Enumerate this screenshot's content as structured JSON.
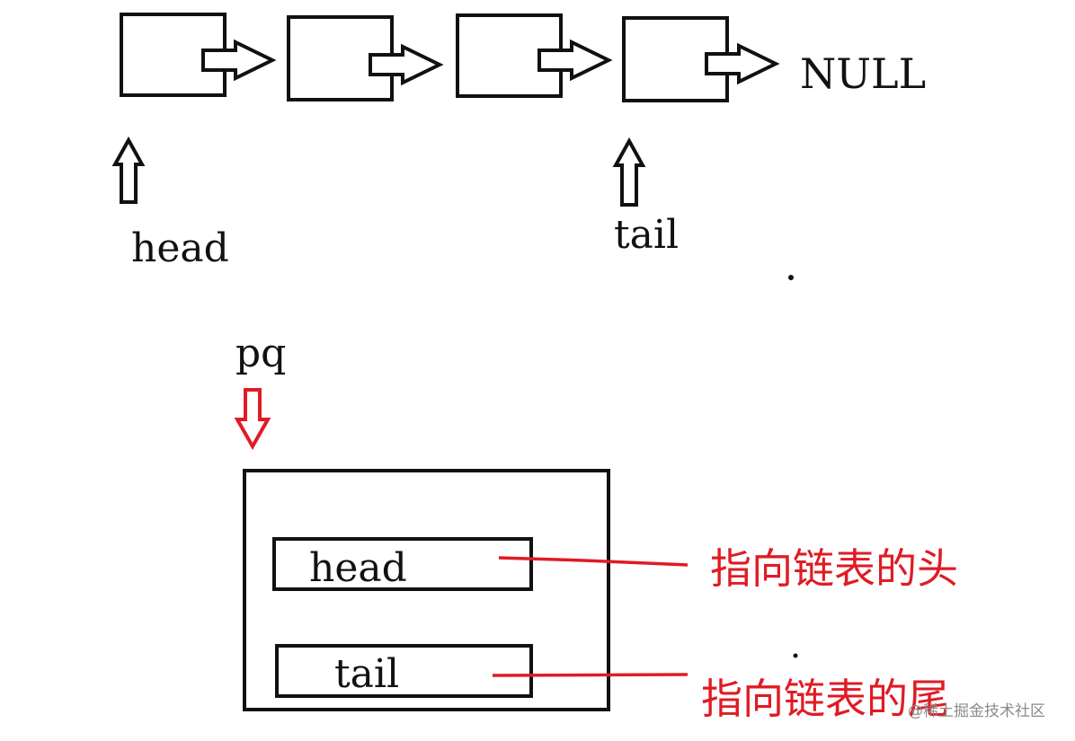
{
  "linked_list": {
    "node_count": 4,
    "null_label": "NULL",
    "head_label": "head",
    "tail_label": "tail"
  },
  "queue": {
    "pointer_label": "pq",
    "head_field_label": "head",
    "tail_field_label": "tail",
    "head_note": "指向链表的头",
    "tail_note": "指向链表的尾"
  },
  "watermark": {
    "text": "@稀土掘金技术社区"
  },
  "colors": {
    "ink": "#111111",
    "accent": "#e01b24",
    "watermark": "#8b8b8b"
  }
}
